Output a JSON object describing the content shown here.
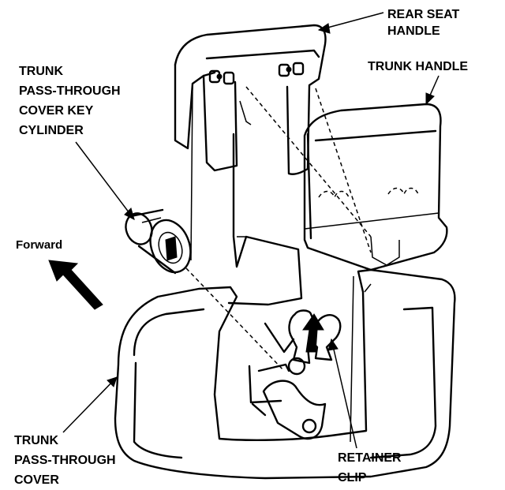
{
  "labels": {
    "rear_seat_handle": [
      "REAR SEAT",
      "HANDLE"
    ],
    "trunk_handle": "TRUNK HANDLE",
    "key_cylinder": [
      "TRUNK",
      "PASS-THROUGH",
      "COVER KEY",
      "CYLINDER"
    ],
    "forward": "Forward",
    "cover": [
      "TRUNK",
      "PASS-THROUGH",
      "COVER"
    ],
    "retainer_clip": [
      "RETAINER",
      "CLIP"
    ]
  }
}
